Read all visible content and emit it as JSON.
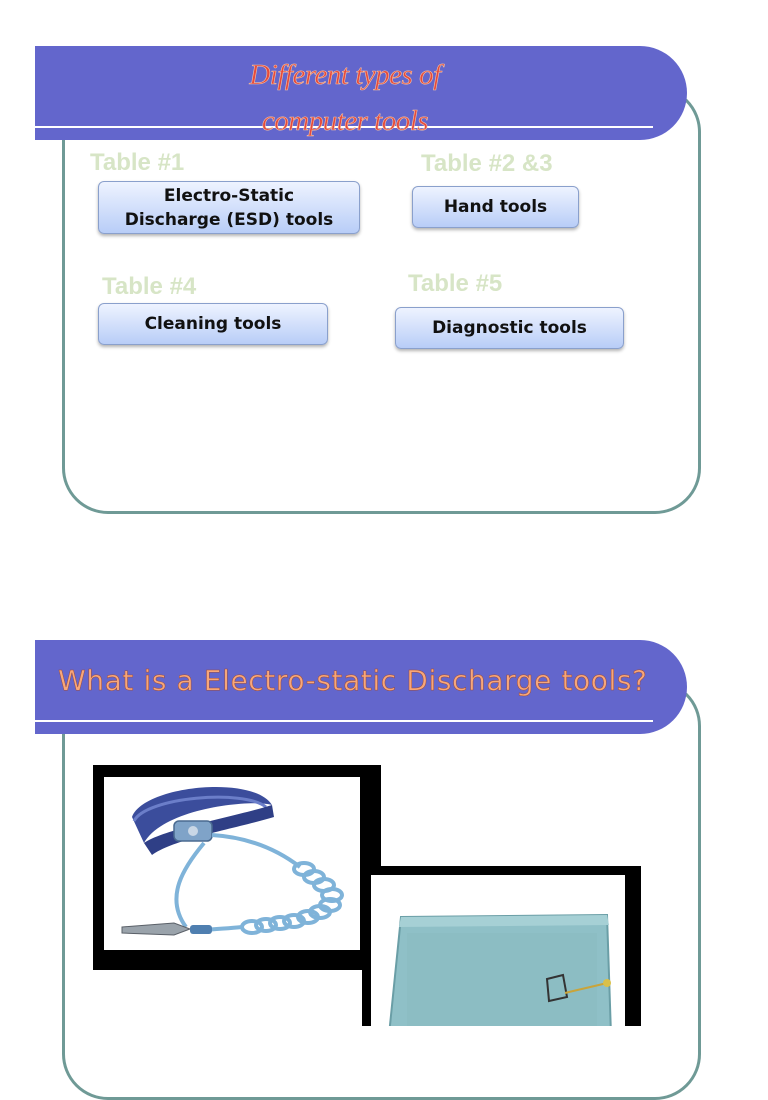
{
  "slide1": {
    "title_line1": "Different types of",
    "title_line2": "computer tools",
    "tables": [
      {
        "label": "Table #1",
        "button": "Electro-Static Discharge (ESD) tools"
      },
      {
        "label": "Table #2 &3",
        "button": "Hand tools"
      },
      {
        "label": "Table #4",
        "button": "Cleaning tools"
      },
      {
        "label": "Table #5",
        "button": "Diagnostic tools"
      }
    ]
  },
  "slide2": {
    "title": "What is a Electro-static Discharge tools?",
    "images": [
      {
        "name": "esd-wrist-strap-photo"
      },
      {
        "name": "esd-mat-photo"
      }
    ]
  },
  "colors": {
    "banner": "#6366cc",
    "frame": "#6f9a96",
    "title_red": "#e64a3c",
    "title_orange": "#f7a77a",
    "table_label": "#d7e5c6"
  }
}
